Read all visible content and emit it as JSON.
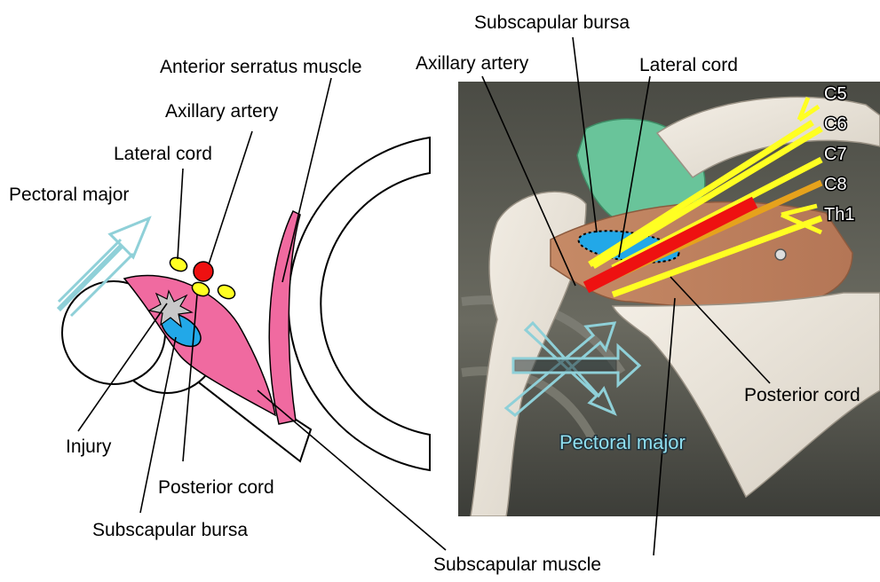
{
  "left_panel": {
    "labels": {
      "anterior_serratus": "Anterior serratus muscle",
      "axillary_artery": "Axillary artery",
      "lateral_cord": "Lateral cord",
      "pectoral_major": "Pectoral major",
      "injury": "Injury",
      "posterior_cord": "Posterior cord",
      "subscapular_bursa": "Subscapular bursa"
    }
  },
  "right_panel": {
    "labels": {
      "subscapular_bursa": "Subscapular bursa",
      "axillary_artery": "Axillary artery",
      "lateral_cord": "Lateral cord",
      "posterior_cord": "Posterior cord",
      "pectoral_major": "Pectoral major"
    },
    "nerve_roots": [
      "C5",
      "C6",
      "C7",
      "C8",
      "Th1"
    ]
  },
  "shared_labels": {
    "subscapular_muscle": "Subscapular muscle"
  },
  "colors": {
    "muscle_pink": "#f06aa0",
    "artery_red": "#ee1111",
    "nerve_yellow": "#ffff22",
    "bursa_blue": "#22a8e8",
    "arrow_outline": "#8fd0d8",
    "lower_trunk_orange": "#e6a21c"
  }
}
